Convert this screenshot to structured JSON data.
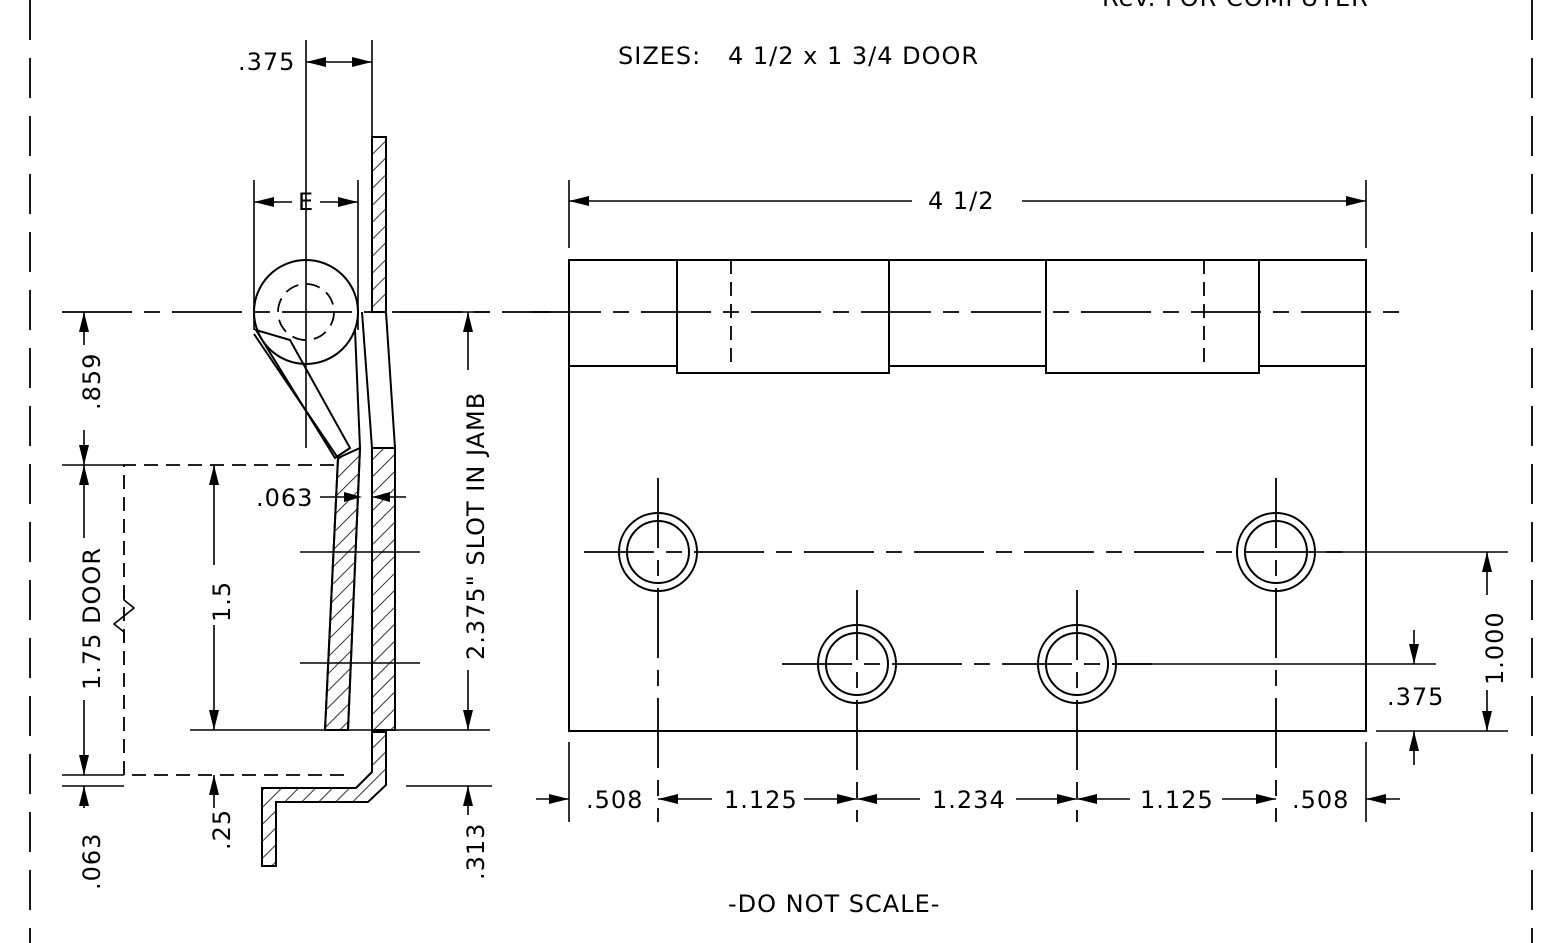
{
  "header": {
    "rev_note": "Rev. FOR COMPUTER",
    "sizes_label": "SIZES:",
    "sizes_value": "4 1/2 x 1 3/4 DOOR"
  },
  "side_view": {
    "dim_top_offset": ".375",
    "dim_e": "E",
    "dim_859": ".859",
    "dim_door": "1.75 DOOR",
    "dim_063_top": ".063",
    "dim_15": "1.5",
    "dim_slot": "2.375\" SLOT IN JAMB",
    "dim_063_bottom": ".063",
    "dim_25": ".25",
    "dim_313": ".313"
  },
  "front_view": {
    "dim_width": "4 1/2",
    "dim_1000": "1.000",
    "dim_375": ".375",
    "bottom_dims": [
      ".508",
      "1.125",
      "1.234",
      "1.125",
      ".508"
    ]
  },
  "footer": {
    "note": "-DO NOT SCALE-"
  }
}
